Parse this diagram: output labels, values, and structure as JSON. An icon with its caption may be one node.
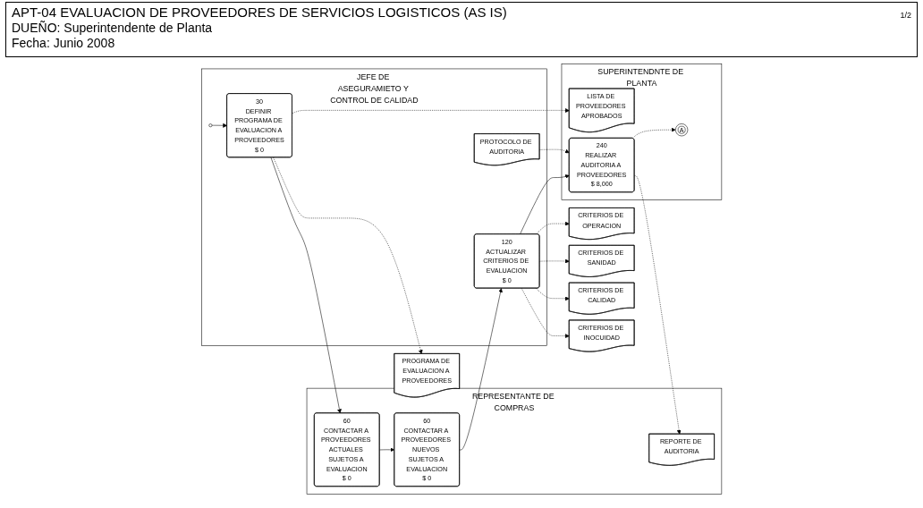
{
  "diagram": {
    "title": "APT-04 EVALUACION DE PROVEEDORES DE SERVICIOS LOGISTICOS (AS IS)",
    "nodes": [
      {
        "text": [
          "REPRESENTANTE DE COMPRAS"
        ]
      },
      {
        "text": [
          "60",
          "CONTACTAR A PROVEEDORES ACTUALES SUJETOS A EVALUACION",
          "$ 0"
        ],
        "in": 0
      },
      {
        "text": [
          "60",
          "CONTACTAR A PROVEEDORES NUEVOS SUJETOS A EVALUACION",
          "$ 0"
        ],
        "in": 0
      },
      {
        "text": [
          "REPORTE DE AUDITORIA"
        ],
        "in": 0
      },
      {
        "text": [
          "SUPERINTENDNTE DE PLANTA"
        ]
      },
      {
        "text": [
          "LISTA DE PROVEEDORES APROBADOS"
        ],
        "in": 4
      },
      {
        "text": [
          "240",
          "REALIZAR AUDITORIA A PROVEEDORES",
          "$ 8,000"
        ],
        "in": 4
      },
      {
        "text": [
          "A"
        ],
        "in": 4
      },
      {
        "text": [
          "JEFE DE ASEGURAMIETO Y CONTROL DE CALIDAD"
        ]
      },
      {
        "text": [],
        "shape": "circle",
        "in": 8
      },
      {
        "text": [
          "30",
          "DEFINIR PROGRAMA DE EVALUACION A PROVEEDORES",
          "$ 0"
        ],
        "in": 8
      },
      {
        "text": [
          "120",
          "ACTUALIZAR CRITERIOS DE EVALUACION",
          "$ 0"
        ],
        "in": 8
      },
      {
        "text": [
          "PROTOCOLO DE AUDITORIA"
        ],
        "in": 8
      },
      {
        "text": [
          "PROGRAMA DE EVALUACION A PROVEEDORES"
        ]
      },
      {
        "text": [
          "CRITERIOS DE OPERACION"
        ]
      },
      {
        "text": [
          "CRITERIOS DE SANIDAD"
        ]
      },
      {
        "text": [
          "CRITERIOS DE CALIDAD"
        ]
      },
      {
        "text": [
          "CRITERIOS DE INOCUIDAD"
        ]
      }
    ],
    "edges": [
      {
        "from": 9,
        "to": 10,
        "arrow": "to"
      },
      {
        "from": 10,
        "to": 1,
        "arrow": "to"
      },
      {
        "from": 1,
        "to": 2,
        "arrow": "to"
      },
      {
        "from": 2,
        "to": 11,
        "arrow": "to"
      },
      {
        "from": 11,
        "to": 6,
        "arrow": "to"
      },
      {
        "from": 10,
        "to": 5,
        "arrow": "to",
        "style": "dashed"
      },
      {
        "from": 10,
        "to": 13,
        "arrow": "to",
        "style": "dashed"
      },
      {
        "from": 6,
        "to": 3,
        "arrow": "to",
        "style": "dashed"
      },
      {
        "from": 6,
        "to": 7,
        "arrow": "to",
        "style": "dashed"
      },
      {
        "from": 12,
        "to": 6,
        "arrow": "to",
        "style": "dashed"
      },
      {
        "from": 11,
        "to": 14,
        "arrow": "to",
        "style": "dashed"
      },
      {
        "from": 11,
        "to": 15,
        "arrow": "to",
        "style": "dashed"
      },
      {
        "from": 11,
        "to": 16,
        "arrow": "to",
        "style": "dashed"
      },
      {
        "from": 11,
        "to": 17,
        "arrow": "to",
        "style": "dashed"
      }
    ],
    "labels": [
      "DUEÑO: Superintendente de Planta",
      "Fecha: Junio 2008",
      "1/2"
    ]
  }
}
